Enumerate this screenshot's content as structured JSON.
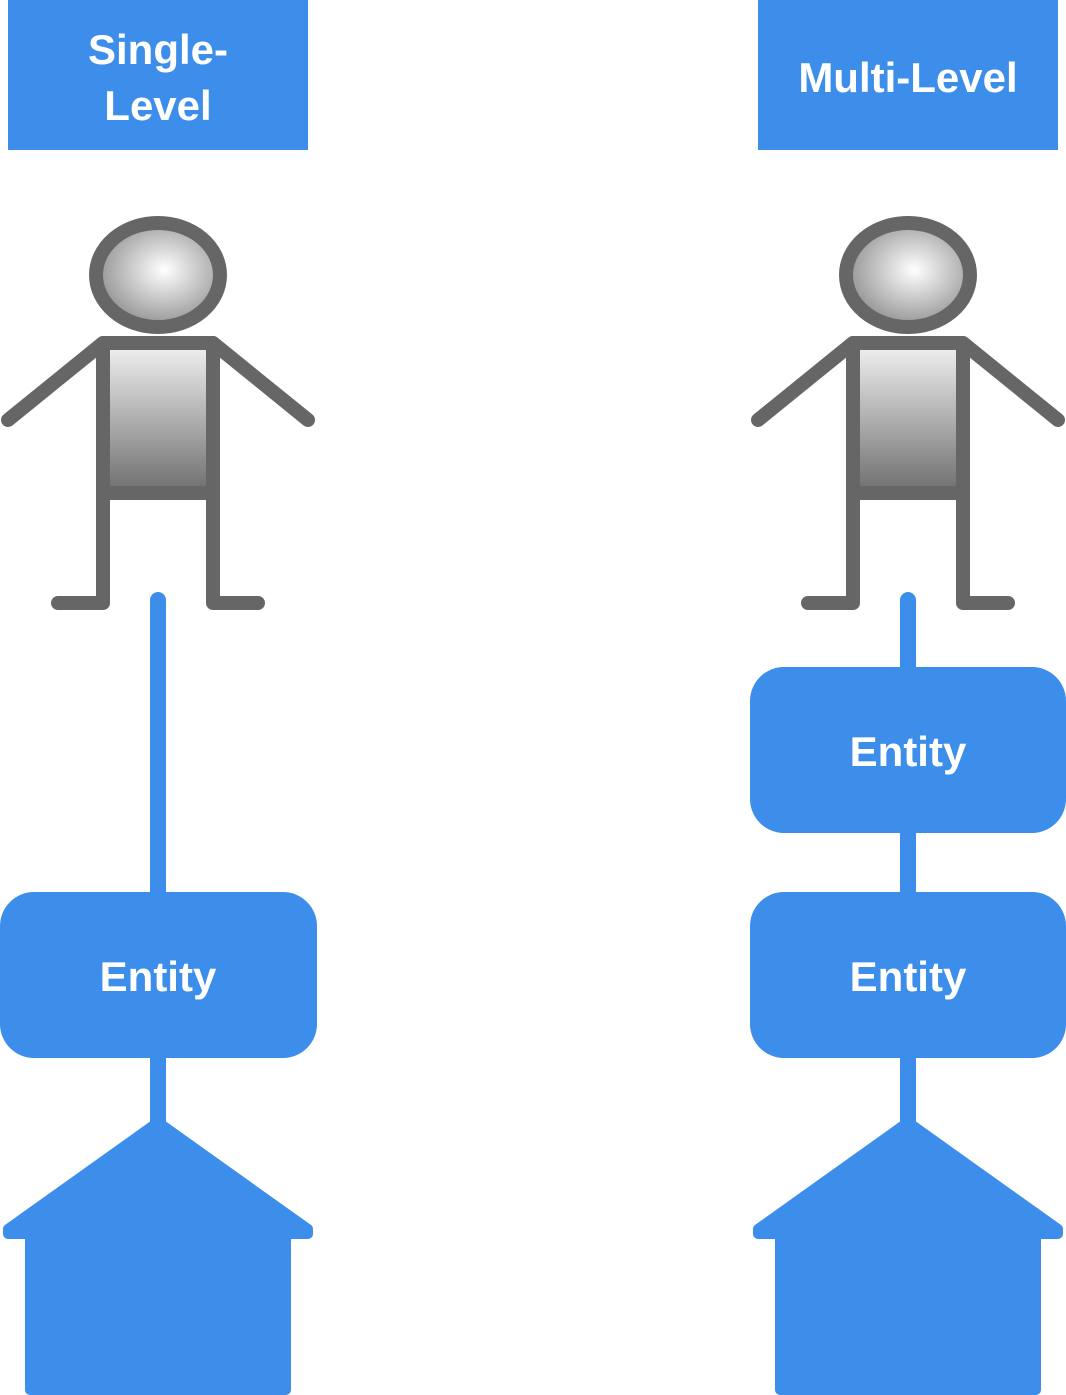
{
  "colors": {
    "blue": "#3d8eeb",
    "figure_outline": "#666666",
    "text": "#ffffff"
  },
  "columns": {
    "single": {
      "header_line1": "Single-",
      "header_line2": "Level",
      "entities": [
        "Entity"
      ],
      "icons": [
        "person-icon",
        "house-icon"
      ]
    },
    "multi": {
      "header": "Multi-Level",
      "entities": [
        "Entity",
        "Entity"
      ],
      "icons": [
        "person-icon",
        "house-icon"
      ]
    }
  }
}
